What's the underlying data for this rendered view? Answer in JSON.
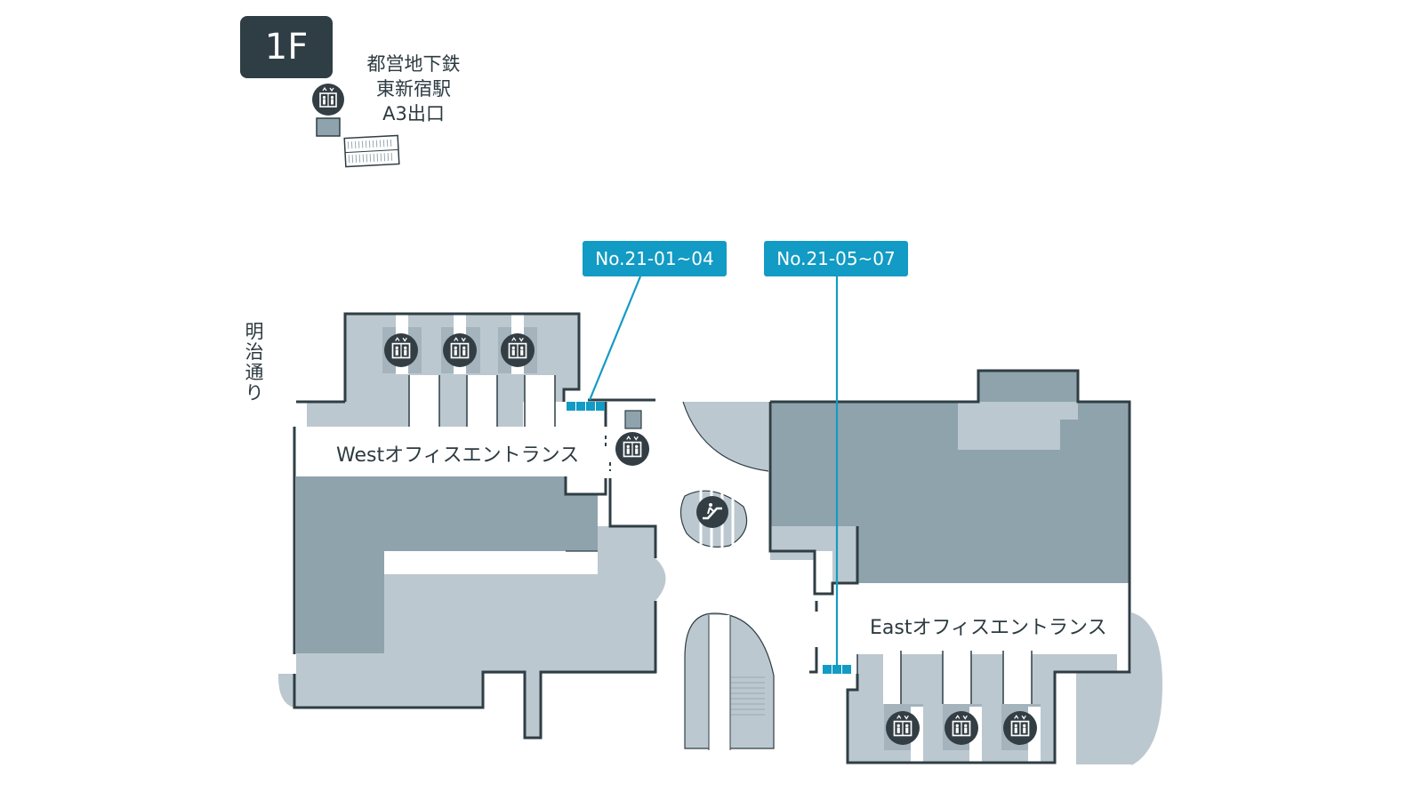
{
  "floor": {
    "label": "1F"
  },
  "station": {
    "lines": [
      "都営地下鉄",
      "東新宿駅",
      "A3出口"
    ]
  },
  "street": {
    "label": "明治通り"
  },
  "entrances": {
    "west": "Westオフィスエントランス",
    "east": "Eastオフィスエントランス"
  },
  "spots": [
    {
      "id": "west",
      "label": "No.21-01~04"
    },
    {
      "id": "east",
      "label": "No.21-05~07"
    }
  ],
  "colors": {
    "wall": "#2f3e45",
    "room_dark": "#8fa3ad",
    "room_light": "#bcc8cf",
    "accent": "#129bc4",
    "icon_bg": "#333e44"
  },
  "icons": {
    "elevator": "elevator-icon",
    "escalator": "escalator-icon"
  }
}
